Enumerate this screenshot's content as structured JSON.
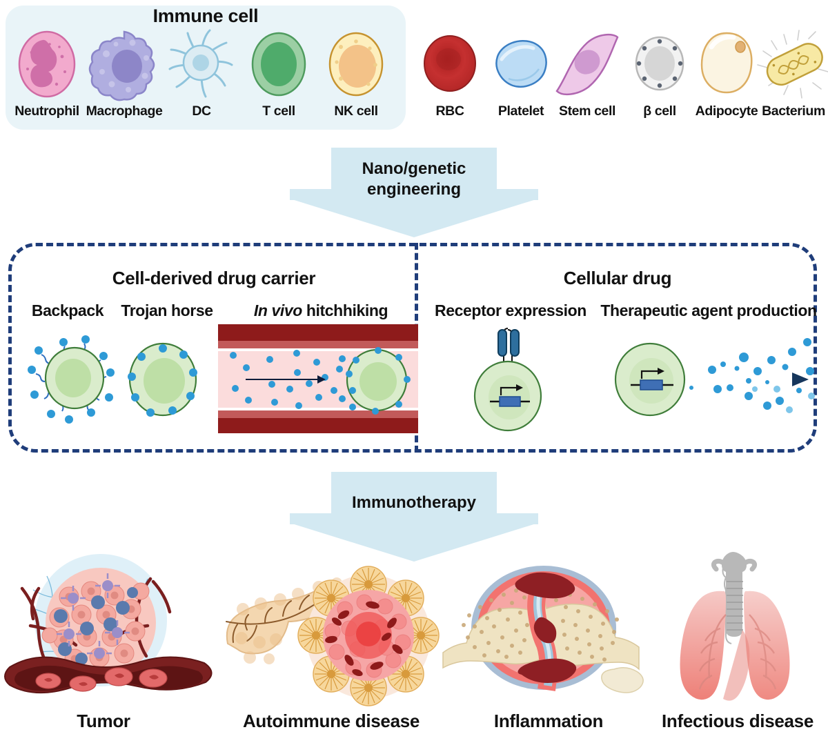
{
  "top_panel": {
    "title": "Immune cell",
    "bg_color": "#e9f4f8",
    "immune_cells": [
      {
        "label": "Neutrophil",
        "icon": "neutrophil-icon",
        "fill": "#f2aacd",
        "stroke": "#d06ba4",
        "nucleus": "#cf6fa8"
      },
      {
        "label": "Macrophage",
        "icon": "macrophage-icon",
        "fill": "#b0aee0",
        "stroke": "#8b86c9",
        "nucleus": "#8d86c8"
      },
      {
        "label": "DC",
        "icon": "dendritic-cell-icon",
        "fill": "#dcecf3",
        "stroke": "#8fc4dc",
        "nucleus": "#aed5e6"
      },
      {
        "label": "T cell",
        "icon": "t-cell-icon",
        "fill": "#9ccfa4",
        "stroke": "#4e9b5e",
        "nucleus": "#4fab6b"
      },
      {
        "label": "NK cell",
        "icon": "nk-cell-icon",
        "fill": "#fdefbe",
        "stroke": "#c6932f",
        "nucleus": "#f3c288"
      }
    ],
    "other_cells": [
      {
        "label": "RBC",
        "icon": "red-blood-cell-icon",
        "fill": "#c53030",
        "stroke": "#8f1f1f"
      },
      {
        "label": "Platelet",
        "icon": "platelet-icon",
        "fill": "#bcdcf5",
        "stroke": "#3b7fc4"
      },
      {
        "label": "Stem cell",
        "icon": "stem-cell-icon",
        "fill": "#eec9e8",
        "stroke": "#b066b0",
        "nucleus": "#cf9ad0"
      },
      {
        "label": "β cell",
        "icon": "beta-cell-icon",
        "fill": "#f2f2f2",
        "stroke": "#b8b8b8",
        "nucleus": "#d6d6d6"
      },
      {
        "label": "Adipocyte",
        "icon": "adipocyte-icon",
        "fill": "#fbf4e2",
        "stroke": "#dcae63"
      },
      {
        "label": "Bacterium",
        "icon": "bacterium-icon",
        "fill": "#f7e9a4",
        "stroke": "#c1a03a"
      }
    ]
  },
  "arrow_top": {
    "text_line1": "Nano/genetic",
    "text_line2": "engineering",
    "color": "#d3e9f2"
  },
  "dashed_box": {
    "border_color": "#1f3d7a",
    "left_section": {
      "title": "Cell-derived drug carrier",
      "items": [
        {
          "label": "Backpack",
          "icon": "cell-with-nanoparticle-backpack-icon"
        },
        {
          "label": "Trojan horse",
          "icon": "cell-loaded-with-nanoparticles-icon"
        },
        {
          "label_italic": "In vivo",
          "label_rest": " hitchhiking",
          "icon": "blood-vessel-hitchhiking-icon"
        }
      ]
    },
    "right_section": {
      "title": "Cellular drug",
      "items": [
        {
          "label": "Receptor expression",
          "icon": "engineered-cell-receptor-icon"
        },
        {
          "label": "Therapeutic agent production",
          "icon": "engineered-cell-secretion-icon"
        }
      ]
    }
  },
  "arrow_bottom": {
    "text": "Immunotherapy",
    "color": "#d3e9f2"
  },
  "diseases": [
    {
      "label": "Tumor",
      "icon": "tumor-illustration"
    },
    {
      "label": "Autoimmune disease",
      "icon": "pancreas-islet-illustration"
    },
    {
      "label": "Inflammation",
      "icon": "inflamed-joint-illustration"
    },
    {
      "label": "Infectious disease",
      "icon": "lungs-illustration"
    }
  ]
}
